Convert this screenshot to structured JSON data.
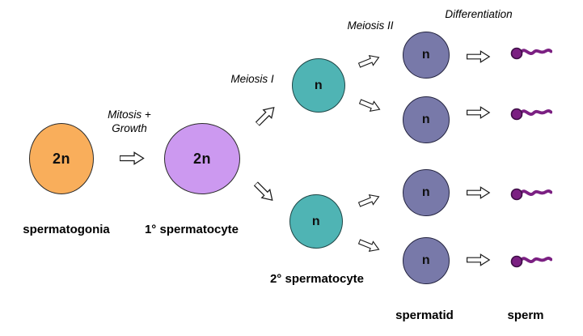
{
  "colors": {
    "spermatogonia_fill": "#F9AE5B",
    "primary_spermatocyte_fill": "#CC99F0",
    "secondary_spermatocyte_fill": "#4FB4B4",
    "spermatid_fill": "#7879A9",
    "sperm_body": "#7B2082",
    "sperm_outline": "#3E0E46"
  },
  "stages": {
    "spermatogonia": {
      "label": "spermatogonia",
      "ploidy": "2n"
    },
    "primary_spermatocyte": {
      "label": "1° spermatocyte",
      "ploidy": "2n"
    },
    "secondary_spermatocyte": {
      "label": "2° spermatocyte",
      "ploidy": "n"
    },
    "spermatid": {
      "label": "spermatid",
      "ploidy": "n"
    },
    "sperm": {
      "label": "sperm"
    }
  },
  "processes": {
    "mitosis_line1": "Mitosis +",
    "mitosis_line2": "Growth",
    "meiosis1": "Meiosis I",
    "meiosis2": "Meiosis II",
    "differentiation": "Differentiation"
  }
}
